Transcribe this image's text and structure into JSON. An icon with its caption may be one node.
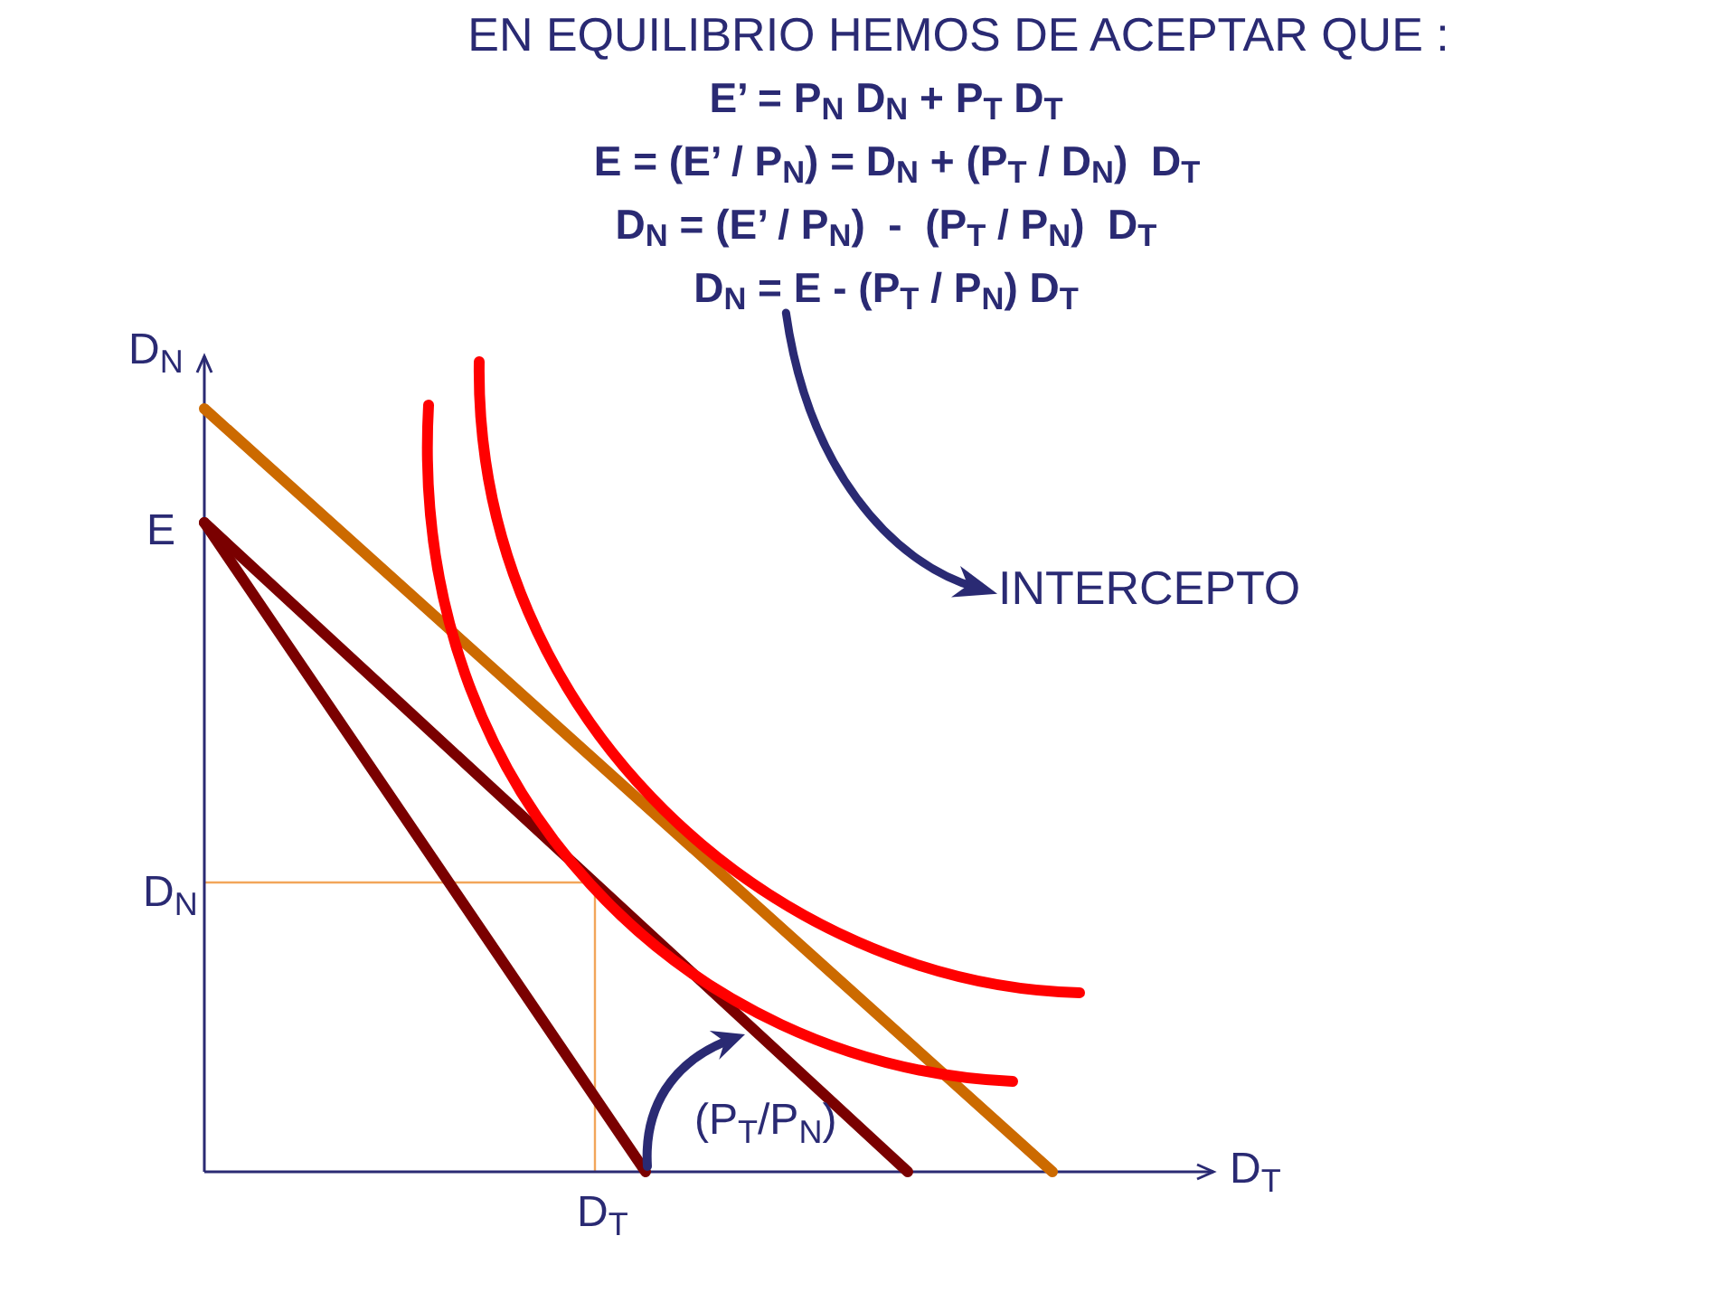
{
  "diagram": {
    "title": "EN EQUILIBRIO HEMOS DE ACEPTAR QUE :",
    "nodes": [
      {
        "text": [
          "D$_{N}$ = E - (P$_{T}$ / P$_{N}$) D$_{T}$"
        ]
      },
      {
        "text": [
          "INTERCEPTO"
        ]
      }
    ],
    "edges": [
      {
        "from": 0,
        "to": 1,
        "arrow": "to"
      }
    ],
    "labels": [
      "E’ = P$_{N}$ D$_{N}$ + P$_{T}$ D$_{T}$",
      "E = (E’ / P$_{N}$) = D$_{N}$ + (P$_{T}$ / D$_{N}$)  D$_{T}$",
      "D$_{N}$ = (E’ / P$_{N}$)  -  (P$_{T}$ / P$_{N}$)  D$_{T}$",
      "D$_{N}$",
      "E",
      "D$_{N}$",
      "(P$_{T}$/P$_{N}$)",
      "D$_{T}$",
      "D$_{T}$"
    ]
  }
}
